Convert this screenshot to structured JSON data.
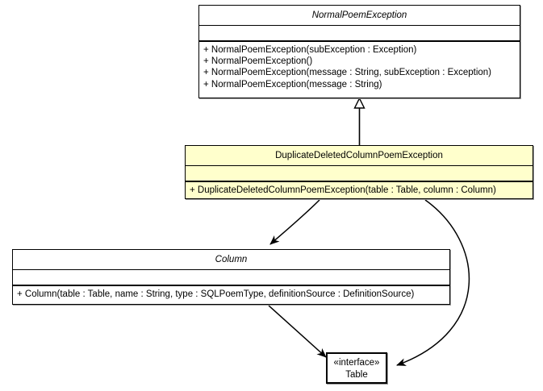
{
  "diagram": {
    "type": "uml-class-diagram",
    "background": "#ffffff",
    "line_color": "#000000",
    "highlight_color": "#ffffcc"
  },
  "classes": [
    {
      "id": "normal-poem-exception",
      "name": "NormalPoemException",
      "abstract": true,
      "highlighted": false,
      "attributes": [],
      "operations": [
        "+ NormalPoemException(subException : Exception)",
        "+ NormalPoemException()",
        "+ NormalPoemException(message : String, subException : Exception)",
        "+ NormalPoemException(message : String)"
      ]
    },
    {
      "id": "duplicate-deleted-column-poem-exception",
      "name": "DuplicateDeletedColumnPoemException",
      "abstract": false,
      "highlighted": true,
      "attributes": [],
      "operations": [
        "+ DuplicateDeletedColumnPoemException(table : Table, column : Column)"
      ]
    },
    {
      "id": "column",
      "name": "Column",
      "abstract": true,
      "highlighted": false,
      "attributes": [],
      "operations": [
        "+ Column(table : Table, name : String, type : SQLPoemType, definitionSource : DefinitionSource)"
      ]
    }
  ],
  "interfaces": [
    {
      "id": "table",
      "stereotype": "«interface»",
      "name": "Table"
    }
  ],
  "relationships": [
    {
      "id": "inheritance-dup-to-normal",
      "kind": "generalization",
      "from": "duplicate-deleted-column-poem-exception",
      "to": "normal-poem-exception",
      "arrowhead": "hollow-triangle"
    },
    {
      "id": "dependency-dup-to-column",
      "kind": "dependency",
      "from": "duplicate-deleted-column-poem-exception",
      "to": "column",
      "arrowhead": "filled-arrow"
    },
    {
      "id": "dependency-dup-to-table",
      "kind": "dependency",
      "from": "duplicate-deleted-column-poem-exception",
      "to": "table",
      "arrowhead": "filled-arrow"
    },
    {
      "id": "dependency-column-to-table",
      "kind": "dependency",
      "from": "column",
      "to": "table",
      "arrowhead": "filled-arrow"
    }
  ]
}
